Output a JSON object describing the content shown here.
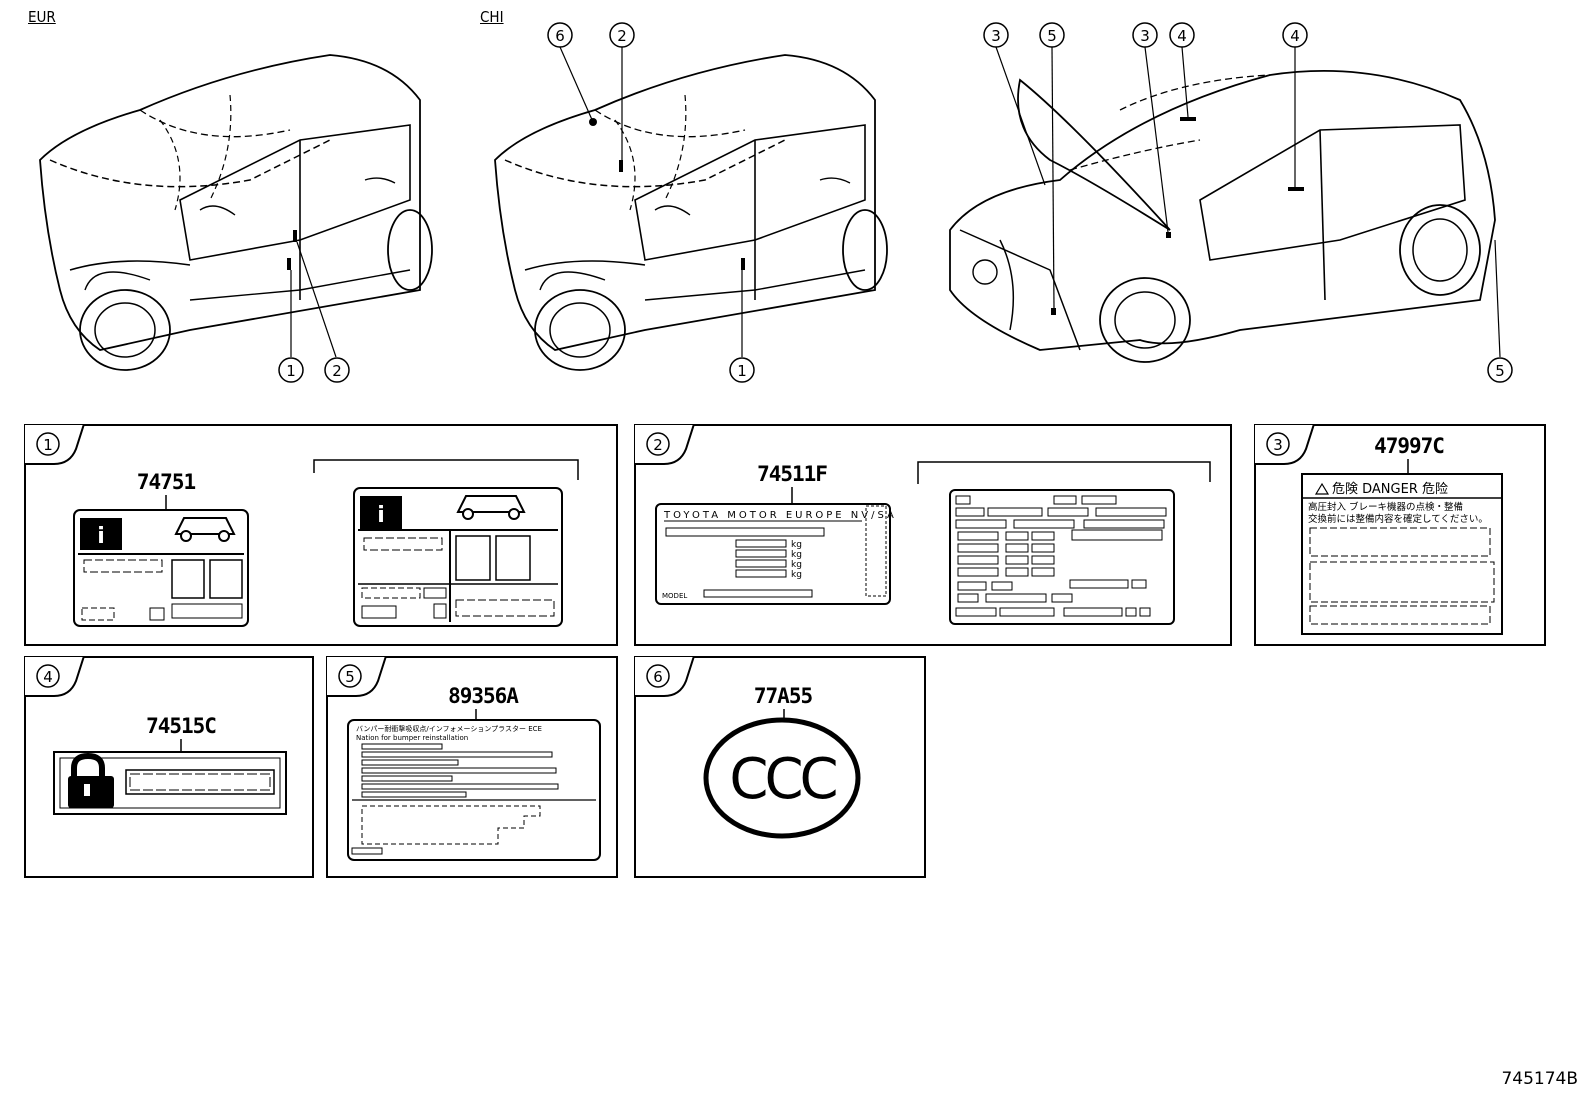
{
  "regions": {
    "eur": "EUR",
    "chi": "CHI"
  },
  "callouts": {
    "c1": "1",
    "c2": "2",
    "c3": "3",
    "c4": "4",
    "c5": "5",
    "c6": "6"
  },
  "panels": {
    "p1": {
      "num": "1",
      "part": "74751"
    },
    "p2": {
      "num": "2",
      "part": "74511F",
      "plate_text": "TOYOTA MOTOR EUROPE NV/SA",
      "unit": "kg",
      "model_label": "MODEL"
    },
    "p3": {
      "num": "3",
      "part": "47997C",
      "header": "危険 DANGER 危险",
      "line1": "高圧封入 ブレーキ機器の点検・整備",
      "line2": "交換前には整備内容を確定してください。"
    },
    "p4": {
      "num": "4",
      "part": "74515C"
    },
    "p5": {
      "num": "5",
      "part": "89356A",
      "line1": "バンパー耐衝撃吸収点/インフォメーションプラスター ECE",
      "line2": "Nation for bumper reinstallation"
    },
    "p6": {
      "num": "6",
      "part": "77A55",
      "mark": "CCC"
    }
  },
  "footer": "745174B"
}
